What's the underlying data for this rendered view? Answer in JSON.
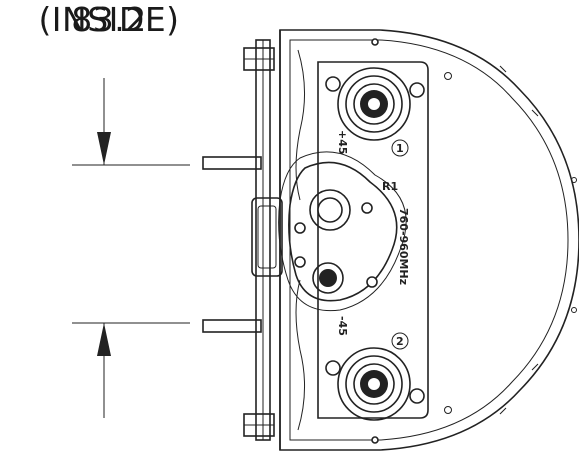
{
  "dimension": {
    "value": "83.2",
    "note": "(INSIDE)"
  },
  "labels": {
    "port_1": "1",
    "port_2": "2",
    "r1": "R1",
    "freq": "760-960MHz",
    "plus45": "+45",
    "minus45": "-45"
  }
}
